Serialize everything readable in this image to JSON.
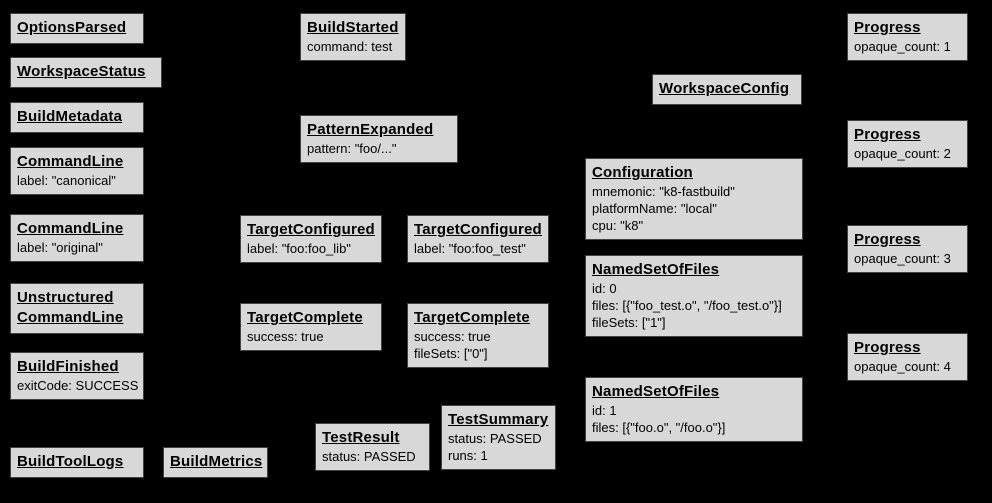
{
  "diagram": {
    "description": "Build Event Protocol event graph",
    "colors": {
      "background": "#000000",
      "box_fill": "#d8d8d8",
      "box_border": "#424242",
      "text": "#000000"
    }
  },
  "boxes": [
    {
      "title": "OptionsParsed",
      "lines": []
    },
    {
      "title": "WorkspaceStatus",
      "lines": []
    },
    {
      "title": "BuildMetadata",
      "lines": []
    },
    {
      "title": "CommandLine",
      "lines": [
        "label: \"canonical\""
      ]
    },
    {
      "title": "CommandLine",
      "lines": [
        "label: \"original\""
      ]
    },
    {
      "title": "Unstructured CommandLine",
      "lines": []
    },
    {
      "title": "BuildFinished",
      "lines": [
        "exitCode: SUCCESS"
      ]
    },
    {
      "title": "BuildToolLogs",
      "lines": []
    },
    {
      "title": "BuildMetrics",
      "lines": []
    },
    {
      "title": "BuildStarted",
      "lines": [
        "command: test"
      ]
    },
    {
      "title": "PatternExpanded",
      "lines": [
        "pattern: \"foo/...\""
      ]
    },
    {
      "title": "TargetConfigured",
      "lines": [
        "label: \"foo:foo_lib\""
      ]
    },
    {
      "title": "TargetConfigured",
      "lines": [
        "label: \"foo:foo_test\""
      ]
    },
    {
      "title": "TargetComplete",
      "lines": [
        "success: true"
      ]
    },
    {
      "title": "TargetComplete",
      "lines": [
        "success: true",
        "fileSets: [\"0\"]"
      ]
    },
    {
      "title": "TestResult",
      "lines": [
        "status: PASSED"
      ]
    },
    {
      "title": "TestSummary",
      "lines": [
        "status: PASSED",
        "runs: 1"
      ]
    },
    {
      "title": "WorkspaceConfig",
      "lines": []
    },
    {
      "title": "Configuration",
      "lines": [
        "mnemonic: \"k8-fastbuild\"",
        "platformName: \"local\"",
        "cpu: \"k8\""
      ]
    },
    {
      "title": "NamedSetOfFiles",
      "lines": [
        "id: 0",
        "files: [{\"foo_test.o\", \"/foo_test.o\"}]",
        "fileSets: [\"1\"]"
      ]
    },
    {
      "title": "NamedSetOfFiles",
      "lines": [
        "id: 1",
        "files: [{\"foo.o\", \"/foo.o\"}]"
      ]
    },
    {
      "title": "Progress",
      "lines": [
        "opaque_count: 1"
      ]
    },
    {
      "title": "Progress",
      "lines": [
        "opaque_count: 2"
      ]
    },
    {
      "title": "Progress",
      "lines": [
        "opaque_count: 3"
      ]
    },
    {
      "title": "Progress",
      "lines": [
        "opaque_count: 4"
      ]
    }
  ]
}
